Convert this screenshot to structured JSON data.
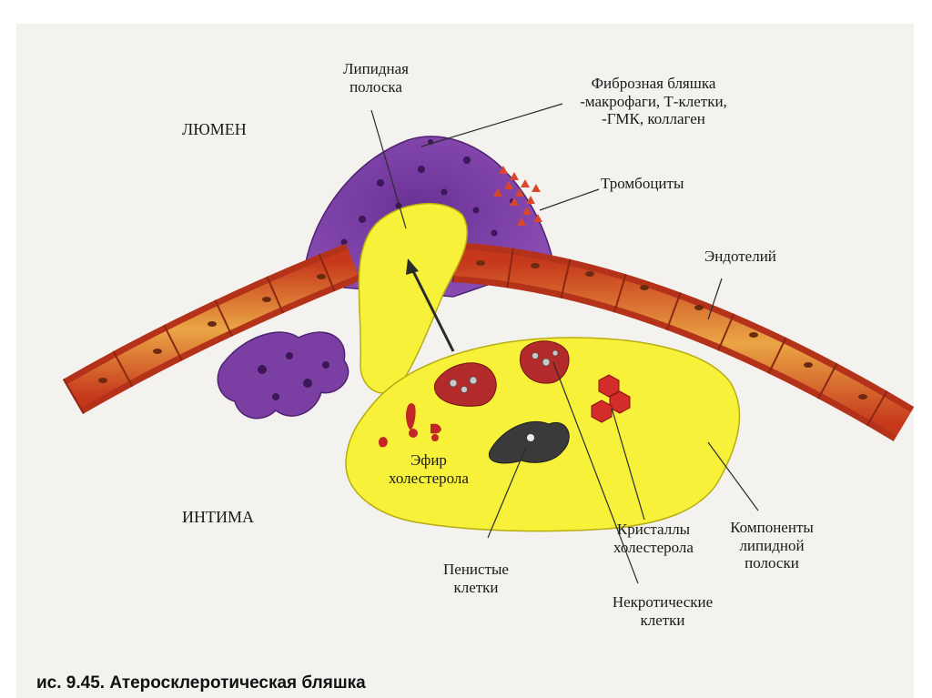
{
  "labels": {
    "lumen": "ЛЮМЕН",
    "intima": "ИНТИМА",
    "lipid_stripe": [
      "Липидная",
      "полоска"
    ],
    "fibrous_plaque": [
      "Фиброзная бляшка",
      "-макрофаги, Т-клетки,",
      "-ГМК, коллаген"
    ],
    "platelets": "Тромбоциты",
    "endothelium": "Эндотелий",
    "cholesterol_ester": [
      "Эфир",
      "холестерола"
    ],
    "foam_cells": [
      "Пенистые",
      "клетки"
    ],
    "cholesterol_crystals": [
      "Кристаллы",
      "холестерола"
    ],
    "necrotic_cells": [
      "Некротические",
      "клетки"
    ],
    "lipid_components": [
      "Компоненты",
      "липидной",
      "полоски"
    ]
  },
  "caption": "ис. 9.45. Атеросклеротическая бляшка",
  "colors": {
    "lipid": "#f7f13a",
    "plaque": "#7a3fa0",
    "endothelium_outer": "#c8391c",
    "endothelium_inner": "#e8a43a",
    "necrotic": "#b32a2a",
    "crystals": "#d42b2b",
    "foam": "#3a3a3a",
    "platelets": "#d9472b"
  }
}
